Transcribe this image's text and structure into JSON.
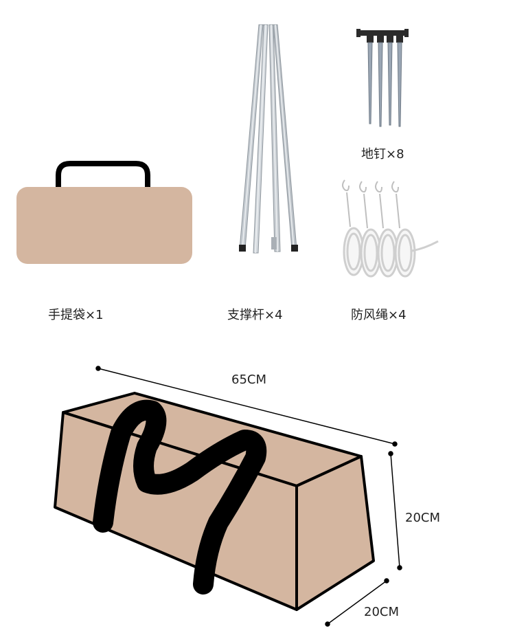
{
  "items": {
    "bag": {
      "name": "手提袋",
      "qty": "×1"
    },
    "poles": {
      "name": "支撑杆",
      "qty": "×4"
    },
    "stakes": {
      "name": "地钉",
      "qty": "×8"
    },
    "ropes": {
      "name": "防风绳",
      "qty": "×4"
    }
  },
  "dimensions": {
    "length": "65CM",
    "height": "20CM",
    "depth": "20CM"
  },
  "colors": {
    "bag_fill": "#d4b6a0",
    "handle": "#000000",
    "pole": "#c0c6cc",
    "rope": "#f4f4f4"
  }
}
